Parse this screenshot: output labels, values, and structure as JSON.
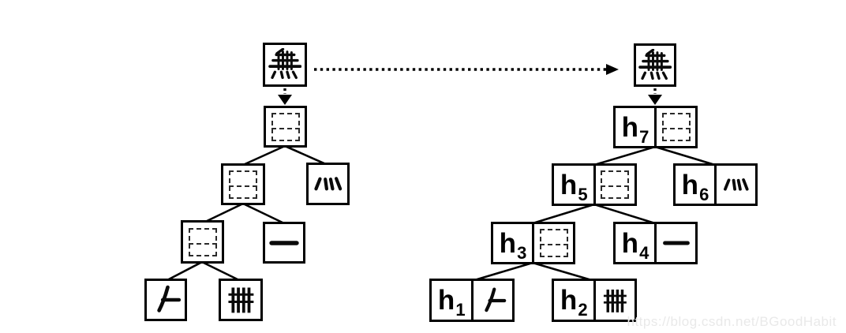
{
  "figure": {
    "left_tree": {
      "root": {
        "character": "無"
      },
      "nodes": [
        {
          "glyph": "placeholder-box"
        },
        {
          "glyph": "placeholder-box"
        },
        {
          "glyph": "灬"
        },
        {
          "glyph": "placeholder-box"
        },
        {
          "glyph": "一"
        },
        {
          "glyph": "𠂉"
        },
        {
          "glyph": "卌"
        }
      ]
    },
    "right_tree": {
      "root": {
        "character": "無"
      },
      "nodes": [
        {
          "label": "h",
          "sub": "7",
          "glyph": "placeholder-box"
        },
        {
          "label": "h",
          "sub": "5",
          "glyph": "placeholder-box"
        },
        {
          "label": "h",
          "sub": "6",
          "glyph": "灬"
        },
        {
          "label": "h",
          "sub": "3",
          "glyph": "placeholder-box"
        },
        {
          "label": "h",
          "sub": "4",
          "glyph": "一"
        },
        {
          "label": "h",
          "sub": "1",
          "glyph": "𠂉"
        },
        {
          "label": "h",
          "sub": "2",
          "glyph": "卌"
        }
      ]
    }
  },
  "colors": {
    "ink": "#000000",
    "background": "#ffffff",
    "watermark": "#e9e9e9"
  },
  "watermark": {
    "text": "https://blog.csdn.net/BGoodHabit"
  }
}
